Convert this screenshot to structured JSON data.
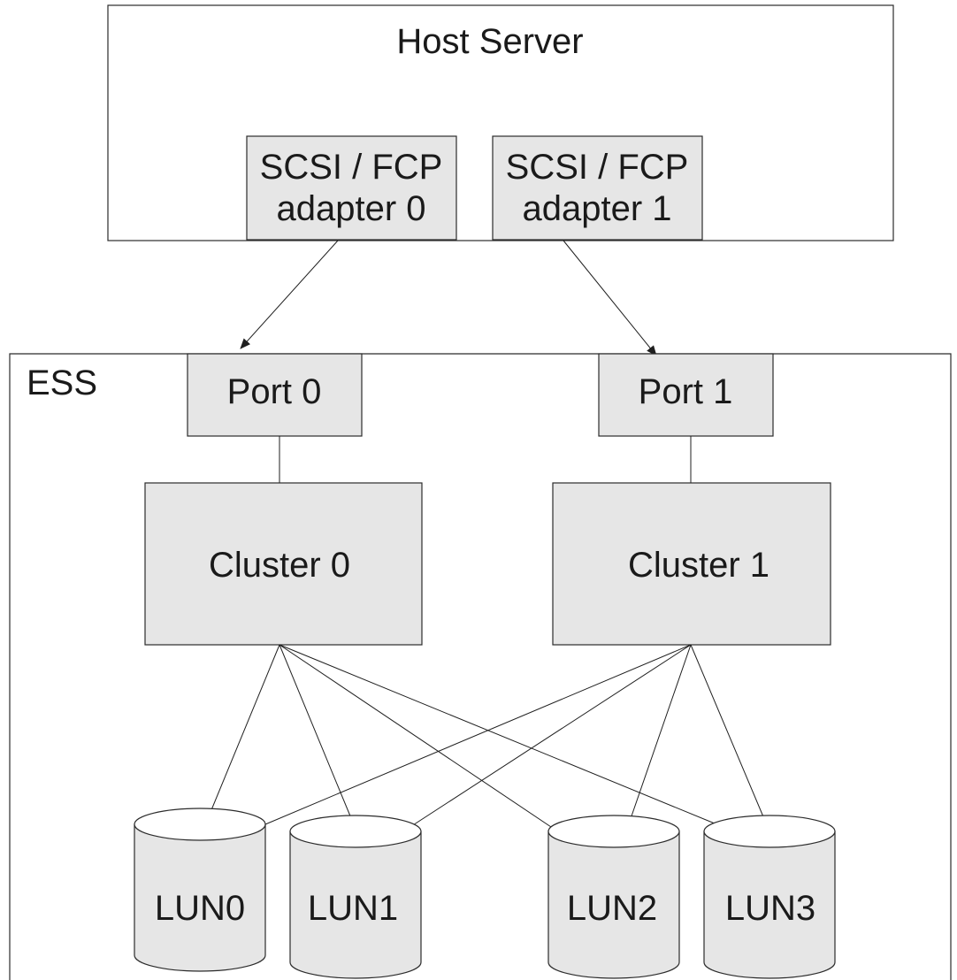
{
  "host": {
    "title": "Host Server",
    "adapters": [
      {
        "line1": "SCSI / FCP",
        "line2": "adapter 0"
      },
      {
        "line1": "SCSI / FCP",
        "line2": "adapter 1"
      }
    ]
  },
  "ess": {
    "title": "ESS",
    "ports": [
      "Port 0",
      "Port 1"
    ],
    "clusters": [
      "Cluster 0",
      "Cluster 1"
    ],
    "luns": [
      "LUN0",
      "LUN1",
      "LUN2",
      "LUN3"
    ]
  },
  "colors": {
    "box_fill": "#e6e6e6",
    "line": "#2b2b2b",
    "background": "#ffffff"
  }
}
